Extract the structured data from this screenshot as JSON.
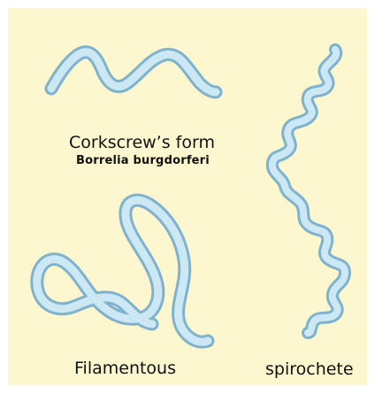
{
  "colors": {
    "background": "#fdf7cf",
    "cell_outline": "#7fb2cc",
    "cell_fill": "#cde8f5"
  },
  "labels": {
    "corkscrew": "Corkscrew’s form",
    "borrelia": "Borrelia burgdorferi",
    "filamentous": "Filamentous",
    "spirochete": "spirochete"
  },
  "shapes": {
    "corkscrew": "corkscrew-bacterium",
    "filamentous": "filamentous-bacterium",
    "spirochete": "spirochete-bacterium"
  }
}
